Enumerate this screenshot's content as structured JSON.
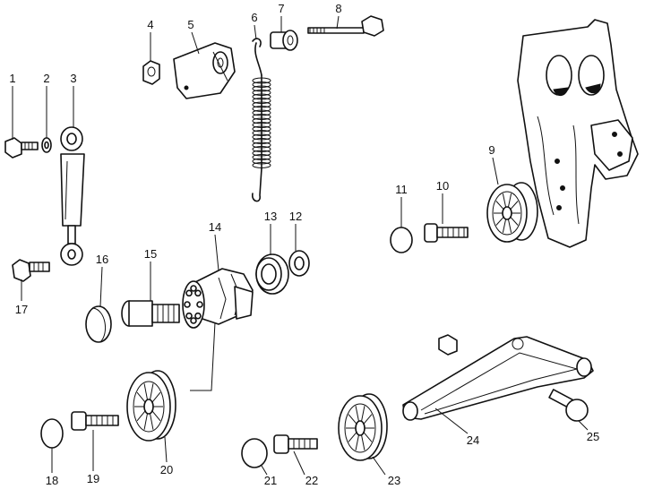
{
  "callouts": [
    {
      "id": "1",
      "label": "1"
    },
    {
      "id": "2",
      "label": "2"
    },
    {
      "id": "3",
      "label": "3"
    },
    {
      "id": "4",
      "label": "4"
    },
    {
      "id": "5",
      "label": "5"
    },
    {
      "id": "6",
      "label": "6"
    },
    {
      "id": "7",
      "label": "7"
    },
    {
      "id": "8",
      "label": "8"
    },
    {
      "id": "9",
      "label": "9"
    },
    {
      "id": "10",
      "label": "10"
    },
    {
      "id": "11",
      "label": "11"
    },
    {
      "id": "12",
      "label": "12"
    },
    {
      "id": "13",
      "label": "13"
    },
    {
      "id": "14",
      "label": "14"
    },
    {
      "id": "15",
      "label": "15"
    },
    {
      "id": "16",
      "label": "16"
    },
    {
      "id": "17",
      "label": "17"
    },
    {
      "id": "18",
      "label": "18"
    },
    {
      "id": "19",
      "label": "19"
    },
    {
      "id": "20",
      "label": "20"
    },
    {
      "id": "21",
      "label": "21"
    },
    {
      "id": "22",
      "label": "22"
    },
    {
      "id": "23",
      "label": "23"
    },
    {
      "id": "24",
      "label": "24"
    },
    {
      "id": "25",
      "label": "25"
    }
  ],
  "colors": {
    "line": "#111111",
    "background": "#ffffff"
  }
}
